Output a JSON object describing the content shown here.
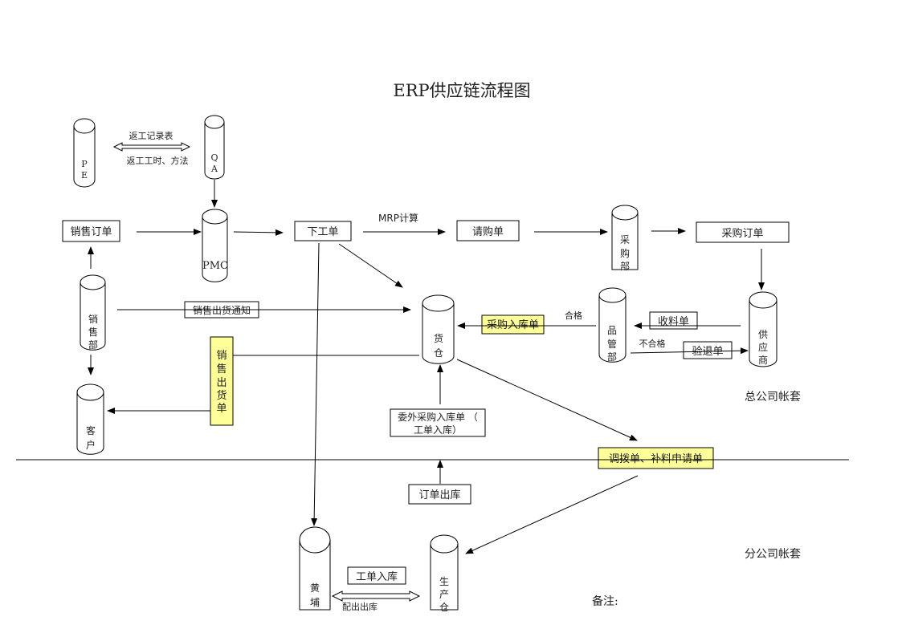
{
  "title": "ERP供应链流程图",
  "nodes": {
    "pe": [
      "P",
      "E"
    ],
    "qa": [
      "Q",
      "A"
    ],
    "pmc": "PMC",
    "caigoubu": [
      "采",
      "购",
      "部"
    ],
    "xiaoshoubu": [
      "销",
      "售",
      "部"
    ],
    "huocang": [
      "货",
      "仓"
    ],
    "pinguanbu": [
      "品",
      "管",
      "部"
    ],
    "gongyingshang": [
      "供",
      "应",
      "商"
    ],
    "kehu": [
      "客",
      "户"
    ],
    "huangpu": [
      "黄",
      "埔"
    ],
    "shengchan": [
      "生",
      "产",
      "仓"
    ]
  },
  "boxes": {
    "xiaoshou_dingdan": "销售订单",
    "xia_gongdan": "下工单",
    "qinggou_dan": "请购单",
    "caigou_dingdan": "采购订单",
    "xiaoshou_chuhuo_tongzhi": "销售出货通知",
    "caigou_ruku_dan": "采购入库单",
    "shouliao_dan": "收料单",
    "yantui_dan": "验退单",
    "xiaoshou_chuhuo_dan": [
      "销",
      "售",
      "出",
      "货",
      "单"
    ],
    "weiwai_ruku_dan": [
      "委外采购入库单 （",
      "工单入库）"
    ],
    "diaobo_dan": "调拨单、补料申请单",
    "dingdan_chuku": "订单出库",
    "gongdan_ruku": "工单入库"
  },
  "labels": {
    "fangong_jilu": "返工记录表",
    "fangong_gongshi": "返工工时、方法",
    "mrp": "MRP计算",
    "hege": "合格",
    "buhege": "不合格",
    "peichu_chuku": "配出出库",
    "zong_gongsi": "总公司帐套",
    "fen_gongsi": "分公司帐套",
    "beizhu": "备注:"
  },
  "colors": {
    "highlight": "#ffff99",
    "line": "#000000"
  }
}
